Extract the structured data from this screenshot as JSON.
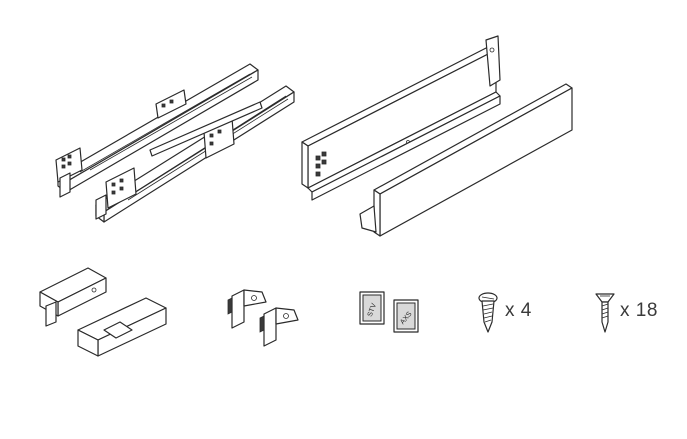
{
  "parts": {
    "runners_label": "",
    "sides_label": "",
    "brackets_label": "",
    "clips_label": "",
    "caps": {
      "left_text": "STV",
      "right_text": "AXS"
    },
    "screw_round": {
      "quantity": "x 4"
    },
    "screw_flat": {
      "quantity": "x 18"
    }
  },
  "colors": {
    "line": "#2b2b2b",
    "text": "#3a3a3a",
    "fill": "#ffffff"
  }
}
